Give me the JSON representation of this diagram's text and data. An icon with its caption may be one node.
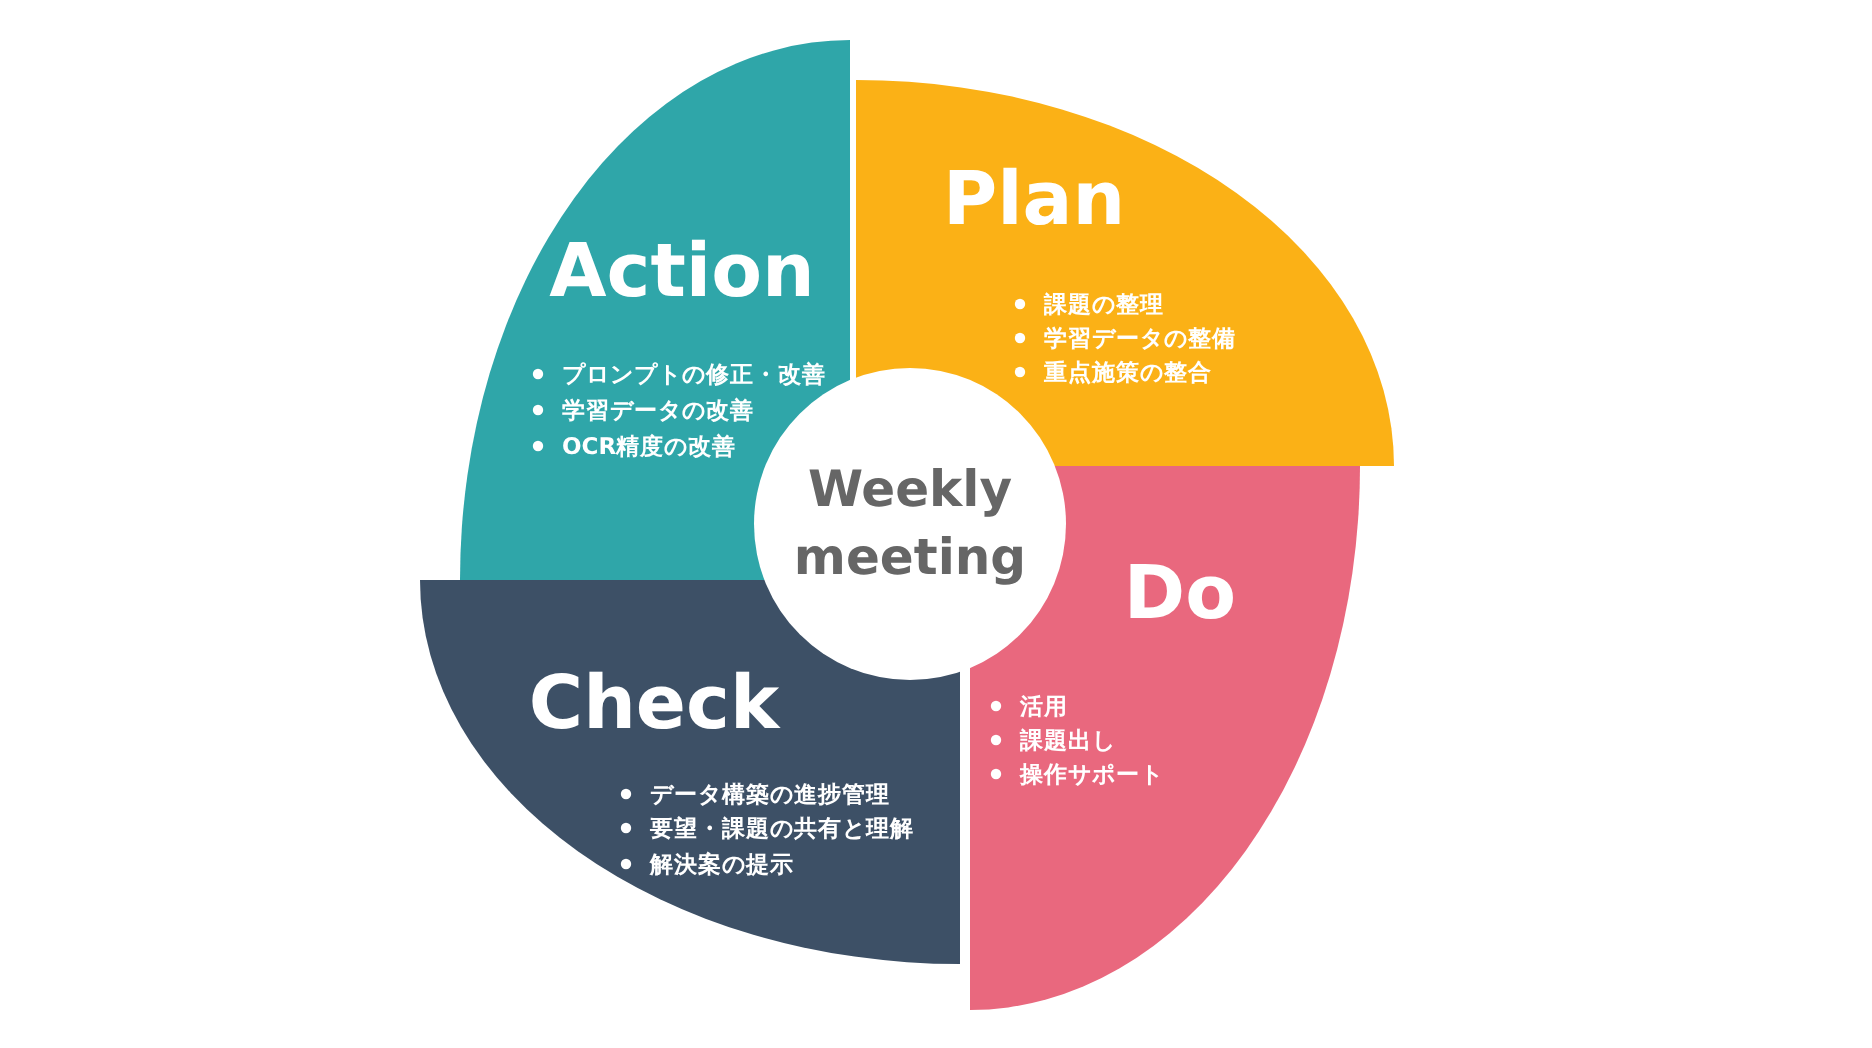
{
  "diagram": {
    "nodes": [
      {
        "text": [
          "Weekly meeting"
        ]
      },
      {
        "text": [
          "Action",
          "プロンプトの修正・改善",
          "学習データの改善",
          "OCR精度の改善"
        ]
      },
      {
        "text": [
          "Plan",
          "課題の整理",
          "学習データの整備",
          "重点施策の整合"
        ]
      },
      {
        "text": [
          "Do",
          "活用",
          "課題出し",
          "操作サポート"
        ]
      },
      {
        "text": [
          "Check",
          "データ構築の進捗管理",
          "要望・課題の共有と理解",
          "解決案の提示"
        ]
      }
    ]
  }
}
